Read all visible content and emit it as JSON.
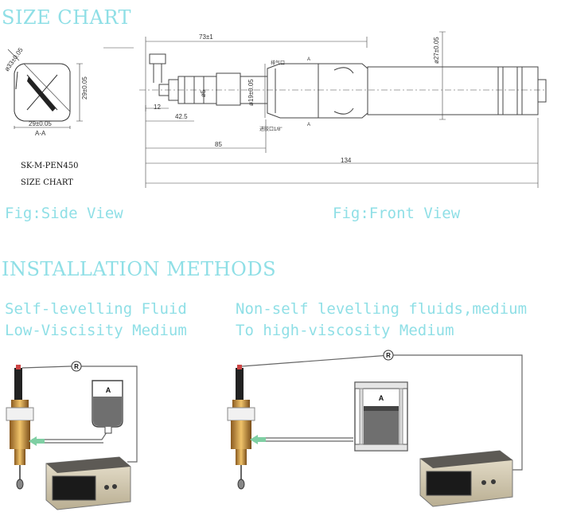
{
  "headings": {
    "size_chart": "SIZE CHART",
    "installation": "INSTALLATION METHODS"
  },
  "figures": {
    "side_view": "Fig:Side View",
    "front_view": "Fig:Front View"
  },
  "side_view": {
    "diag_dim": "ø33±0.05",
    "height_dim": "29±0.05",
    "width_dim": "29±0.05",
    "section_label": "A-A",
    "model": "SK-M-PEN450",
    "caption": "SIZE CHART"
  },
  "front_view": {
    "len_73": "73±1",
    "dia_27": "ø27±0.05",
    "dia_19": "ø19±0.05",
    "dia_5": "ø5",
    "len_12": "12",
    "len_42": "42.5",
    "len_85": "85",
    "len_134": "134",
    "exhaust_port": "排气口",
    "feed_port": "进胶口1/8\"",
    "section_mark": "A"
  },
  "installation": {
    "left_line1": "Self-levelling Fluid",
    "left_line2": "Low-Viscisity Medium",
    "right_line1": "Non-self levelling fluids,medium",
    "right_line2": "To high-viscosity Medium",
    "regulator_symbol": "R",
    "tank_label": "A"
  },
  "colors": {
    "accent_text": "#8fdfe6",
    "flow_arrow": "#7fcfa3",
    "line": "#555555"
  }
}
